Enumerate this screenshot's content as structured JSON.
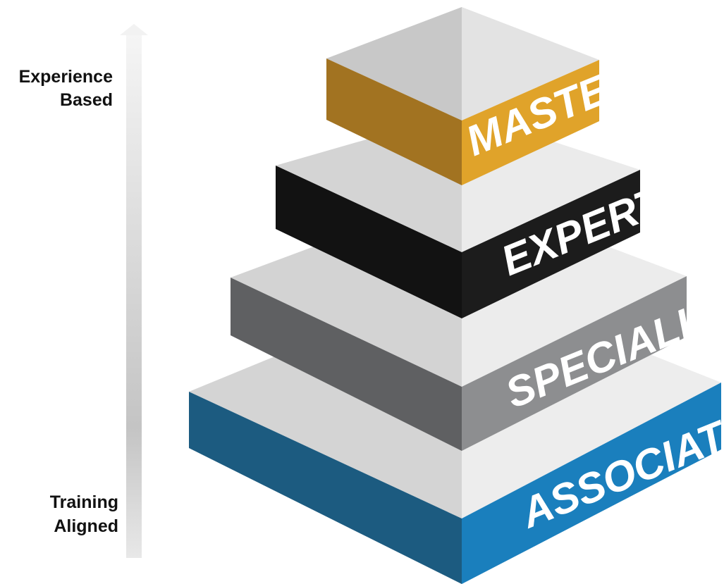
{
  "axis": {
    "top_label_line1": "Experience",
    "top_label_line2": "Based",
    "bottom_label_line1": "Training",
    "bottom_label_line2": "Aligned"
  },
  "tiers": [
    {
      "name": "associate-tier",
      "label": "ASSOCIATE",
      "color_left": "#1c5b80",
      "color_right": "#1a7fbd"
    },
    {
      "name": "specialist-tier",
      "label": "SPECIALIST",
      "color_left": "#5f6062",
      "color_right": "#8c8d8f"
    },
    {
      "name": "expert-tier",
      "label": "EXPERT",
      "color_left": "#111111",
      "color_right": "#1b1b1b"
    },
    {
      "name": "master-tier",
      "label": "MASTER",
      "color_left": "#a27321",
      "color_right": "#e0a32a"
    }
  ],
  "colors": {
    "top_left_face": "#d6d6d6",
    "top_right_face": "#ececec",
    "top_near_face": "#c6c6c6",
    "top_far_face": "#e2e2e2",
    "arrow_light": "#f2f2f2",
    "arrow_dark": "#c9c9c9"
  }
}
